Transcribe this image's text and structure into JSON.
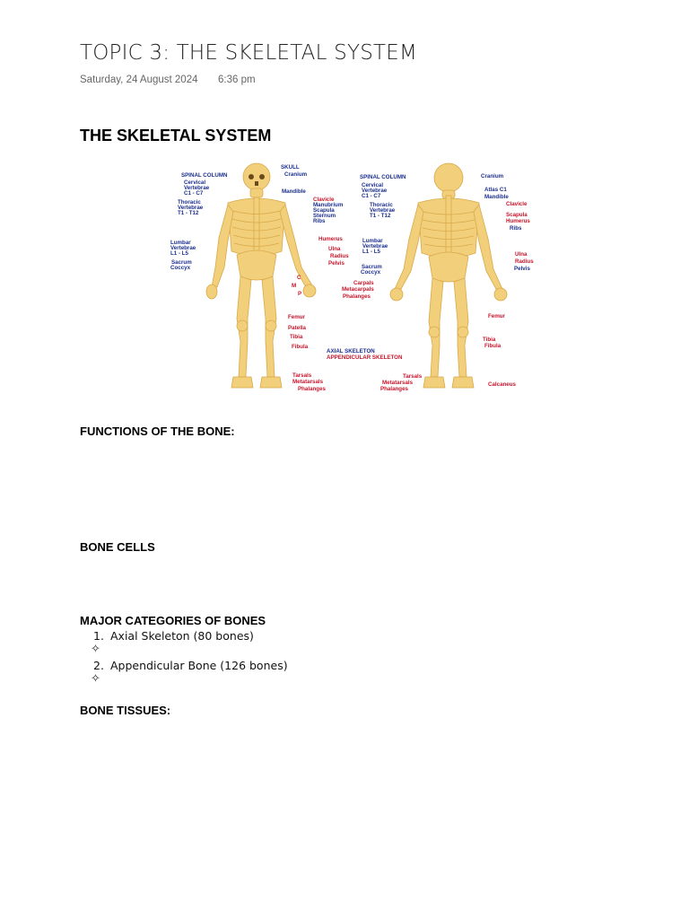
{
  "header": {
    "title": "TOPIC 3: THE SKELETAL SYSTEM",
    "date": "Saturday, 24 August 2024",
    "time": "6:36 pm"
  },
  "section_title": "THE SKELETAL SYSTEM",
  "figure": {
    "front_labels_left": [
      "SPINAL COLUMN",
      "Cervical",
      "Vertebrae",
      "C1 - C7",
      "Thoracic",
      "Vertebrae",
      "T1 - T12",
      "Lumbar",
      "Vertebrae",
      "L1 - L5",
      "Sacrum",
      "Coccyx"
    ],
    "front_labels_right_blue": [
      "SKULL",
      "Cranium",
      "Mandible",
      "Manubrium",
      "Scapula",
      "Sternum",
      "Ribs"
    ],
    "front_labels_right_red": [
      "Clavicle",
      "Humerus",
      "Ulna",
      "Radius",
      "Pelvis",
      "C",
      "M",
      "P",
      "Carpals",
      "Metacarpals",
      "Phalanges",
      "Femur",
      "Patella",
      "Tibia",
      "Fibula",
      "Tarsals",
      "Metatarsals",
      "Phalanges"
    ],
    "legend_axial": "AXIAL SKELETON",
    "legend_appendicular": "APPENDICULAR SKELETON",
    "back_labels_left": [
      "SPINAL COLUMN",
      "Cervical",
      "Vertebrae",
      "C1 - C7",
      "Thoracic",
      "Vertebrae",
      "T1 - T12",
      "Lumbar",
      "Vertebrae",
      "L1 - L5",
      "Sacrum",
      "Coccyx"
    ],
    "back_labels_right": [
      "Cranium",
      "Atlas C1",
      "Mandible",
      "Clavicle",
      "Scapula",
      "Humerus",
      "Ribs",
      "Ulna",
      "Radius",
      "Pelvis",
      "Femur",
      "Tibia",
      "Fibula",
      "Calcaneus",
      "Tarsals",
      "Metatarsals",
      "Phalanges"
    ],
    "colors": {
      "bone": "#f2cf7a",
      "bone_dark": "#d9a94a",
      "axial": "#1b2f8f",
      "appendicular": "#c8142a"
    }
  },
  "functions_heading": "FUNCTIONS OF THE BONE:",
  "bone_cells_heading": "BONE CELLS",
  "major_categories": {
    "heading": "MAJOR CATEGORIES OF BONES",
    "items": [
      {
        "num": "1.",
        "text": "Axial Skeleton (80 bones)"
      },
      {
        "num": "2.",
        "text": "Appendicular Bone (126 bones)"
      }
    ],
    "bullet": "✧"
  },
  "bone_tissues_heading": "BONE TISSUES:"
}
